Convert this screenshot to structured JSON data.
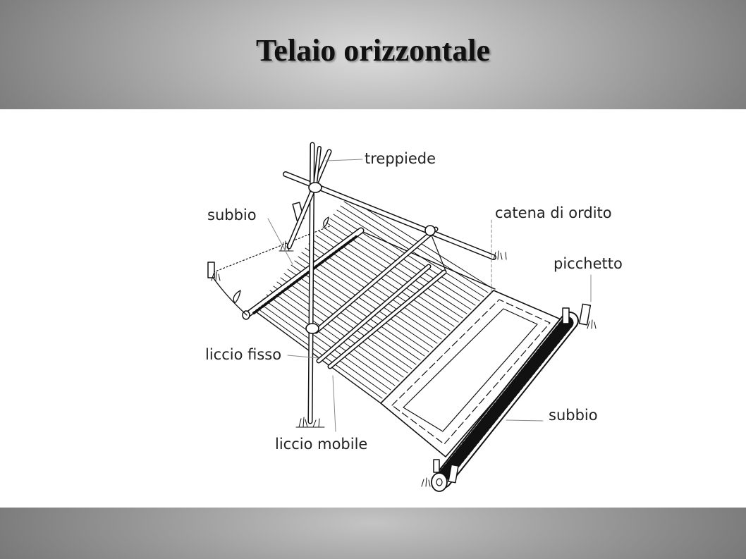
{
  "slide": {
    "title": "Telaio orizzontale"
  },
  "labels": {
    "treppiede": "treppiede",
    "subbio_left": "subbio",
    "catena": "catena di ordito",
    "picchetto": "picchetto",
    "liccio_fisso": "liccio fisso",
    "subbio_right": "subbio",
    "liccio_mobile": "liccio mobile"
  }
}
